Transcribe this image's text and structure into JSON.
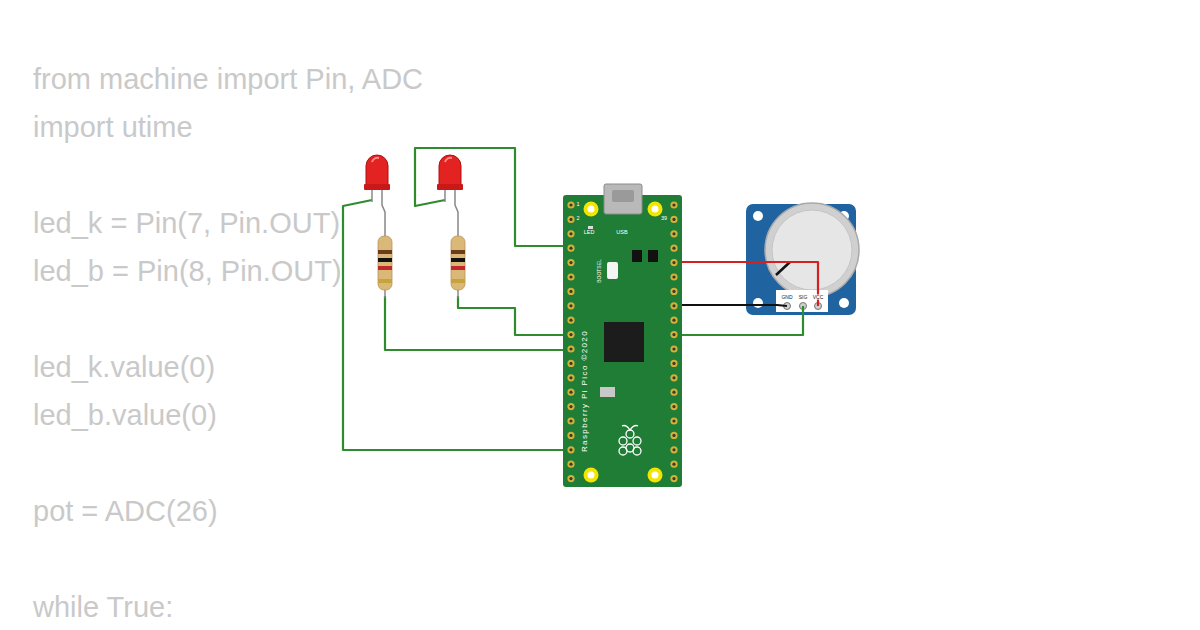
{
  "diagram": {
    "nodes": [
      {
        "text": [
          "LED",
          "USB",
          "BOOTSEL",
          "Raspberry Pi Pico ©2020",
          "1",
          "2",
          "39"
        ]
      },
      {
        "text": [
          "GND",
          "SIG",
          "VCC"
        ]
      }
    ],
    "edges": [
      {
        "from": 0,
        "to": 1,
        "arrow": "none"
      },
      {
        "from": 0,
        "to": 1,
        "arrow": "none"
      },
      {
        "from": 0,
        "to": 1,
        "arrow": "none"
      }
    ],
    "labels": [
      "from machine import Pin, ADC",
      "import utime",
      "led_k = Pin(7, Pin.OUT)",
      "led_b = Pin(8, Pin.OUT)",
      "led_k.value(0)",
      "led_b.value(0)",
      "pot = ADC(26)",
      "while True:"
    ]
  }
}
